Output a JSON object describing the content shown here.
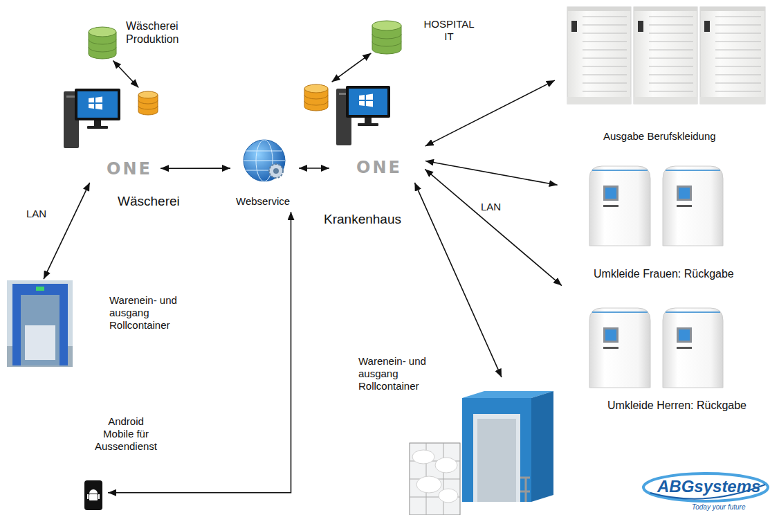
{
  "diagram": {
    "nodes": [
      {
        "text": [
          "Wäscherei Produktion"
        ]
      },
      {
        "text": [
          "ONE",
          "Wäscherei"
        ]
      },
      {
        "text": [
          "HOSPITAL IT"
        ]
      },
      {
        "text": [
          "Webservice"
        ]
      },
      {
        "text": [
          "ONE",
          "Krankenhaus"
        ]
      },
      {
        "text": [
          "Ausgabe Berufskleidung"
        ]
      },
      {
        "text": [
          "Umkleide Frauen: Rückgabe"
        ]
      },
      {
        "text": [
          "Umkleide Herren: Rückgabe"
        ]
      },
      {
        "text": [
          "Warenein- und ausgang Rollcontainer"
        ]
      },
      {
        "text": [
          "Warenein- und ausgang Rollcontainer"
        ]
      },
      {
        "text": [
          "Android Mobile für Aussendienst"
        ]
      }
    ],
    "edges": [
      {
        "from": 0,
        "to": 1,
        "arrow": "both"
      },
      {
        "from": 1,
        "to": 8,
        "arrow": "both"
      },
      {
        "from": 1,
        "to": 3,
        "arrow": "both"
      },
      {
        "from": 3,
        "to": 4,
        "arrow": "both"
      },
      {
        "from": 2,
        "to": 4,
        "arrow": "both"
      },
      {
        "from": 4,
        "to": 5,
        "arrow": "both"
      },
      {
        "from": 4,
        "to": 6,
        "arrow": "both"
      },
      {
        "from": 4,
        "to": 7,
        "arrow": "both"
      },
      {
        "from": 4,
        "to": 9,
        "arrow": "both"
      },
      {
        "from": 3,
        "to": 10,
        "arrow": "both"
      }
    ],
    "labels": [
      "LAN",
      "LAN",
      "ABGsystems",
      "Today your future"
    ]
  }
}
